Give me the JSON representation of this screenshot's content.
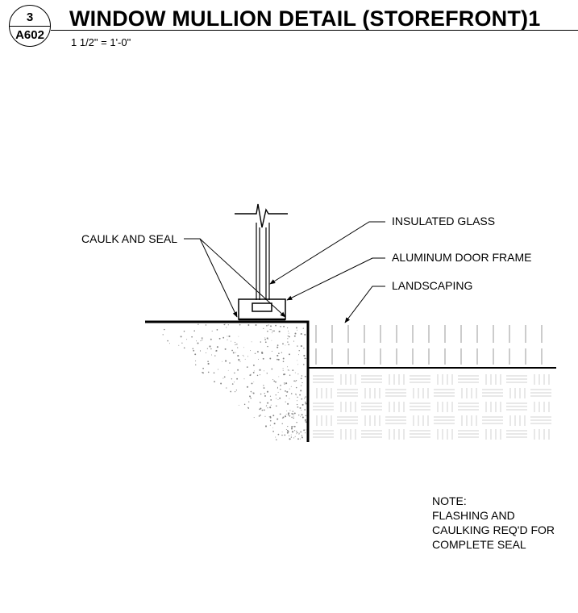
{
  "detail": {
    "number": "3",
    "sheet": "A602",
    "title": "WINDOW MULLION DETAIL (STOREFRONT)1",
    "scale": "1 1/2\" = 1'-0\""
  },
  "labels": {
    "caulk": "CAULK AND SEAL",
    "glass": "INSULATED GLASS",
    "frame": "ALUMINUM DOOR FRAME",
    "landscaping": "LANDSCAPING"
  },
  "note": {
    "heading": "NOTE:",
    "lines": [
      "FLASHING AND",
      "CAULKING REQ'D FOR",
      "COMPLETE SEAL"
    ]
  }
}
